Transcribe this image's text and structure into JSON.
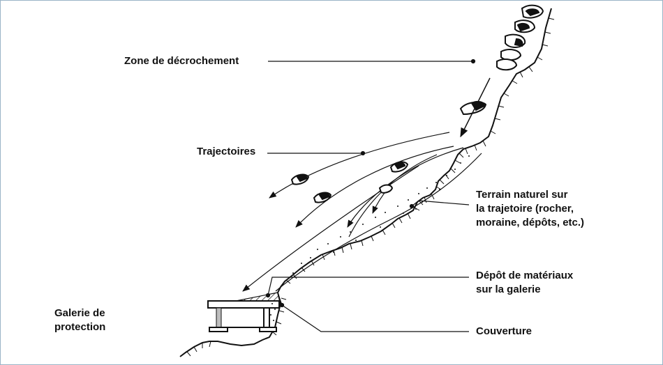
{
  "labels": {
    "zone": "Zone de décrochement",
    "trajectoires": "Trajectoires",
    "terrain_line1": "Terrain naturel sur",
    "terrain_line2": "la trajetoire  (rocher,",
    "terrain_line3": "moraine, dépôts, etc.)",
    "depot_line1": "Dépôt de matériaux",
    "depot_line2": "sur la galerie",
    "couverture": "Couverture",
    "galerie_line1": "Galerie de",
    "galerie_line2": "protection"
  },
  "colors": {
    "ink": "#111111",
    "frame": "#9ab3c6",
    "pillar": "#bdbdbd"
  }
}
